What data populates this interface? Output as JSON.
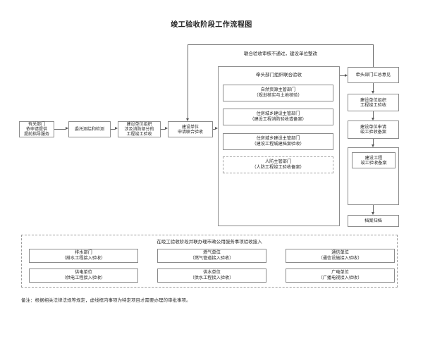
{
  "title": "竣工验收阶段工作流程图",
  "colors": {
    "background": "#ffffff",
    "box_border": "#8c8c8c",
    "line": "#6b6b6b",
    "text": "#262626"
  },
  "flow": {
    "feedback_label": "联合验收审核不通过，建设单位整改",
    "pre_chain": [
      {
        "label": "有关部门\n依申请提供\n提前指导服务"
      },
      {
        "label": "委托测绘和检测"
      },
      {
        "label": "建设单位组织\n涉及消防部分的\n工程竣工验收"
      },
      {
        "label": "建设单位\n申请联合验收"
      }
    ],
    "joint_acceptance_group": {
      "header": "牵头部门组织联合验收",
      "departments": [
        {
          "label": "自然资源主管部门\n（规划核实与土地核验）",
          "dashed": false
        },
        {
          "label": "住房城乡建设主管部门\n（建设工程消防验收或备案）",
          "dashed": false
        },
        {
          "label": "住房城乡建设主管部门\n（建设工程城建档案验收）",
          "dashed": false
        },
        {
          "label": "人防主管部门\n（人防工程竣工验收备案）",
          "dashed": true
        }
      ]
    },
    "post_chain": [
      {
        "label": "牵头部门汇总意见"
      },
      {
        "label": "建设单位组织\n工程竣工验收"
      },
      {
        "label": "建设单位申请\n竣工验收备案"
      },
      {
        "label": "建设工程\n竣工验收备案"
      },
      {
        "label": "档案归档"
      }
    ]
  },
  "parallel_section": {
    "title": "在竣工验收阶段并联办理市政公用服务事项验收接入",
    "items": [
      {
        "label": "排水部门\n（排水工程接入验收）"
      },
      {
        "label": "燃气单位\n（燃气管道接入验收）"
      },
      {
        "label": "通信单位\n（通信设施接入验收）"
      },
      {
        "label": "供电单位\n（供电工程接入验收）"
      },
      {
        "label": "供水单位\n（供水工程接入验收）"
      },
      {
        "label": "广电单位\n（广播电视接入验收）"
      }
    ]
  },
  "note": "备注：根据相关法律法规等规定，虚线框内事项为特定项目才需要办理的审批事项。"
}
